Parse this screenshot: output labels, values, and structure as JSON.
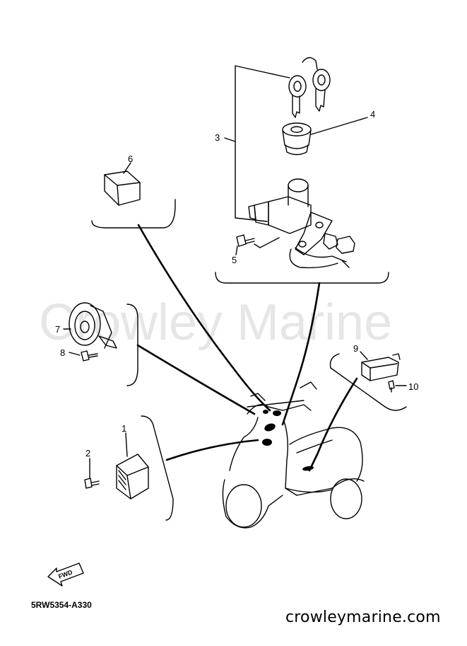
{
  "watermark": "Crowley Marine",
  "diagram_code": "5RW5354-A330",
  "website": "crowleymarine.com",
  "fwd_label": "FWD",
  "callouts": [
    "1",
    "2",
    "3",
    "4",
    "5",
    "6",
    "7",
    "8",
    "9",
    "10"
  ]
}
